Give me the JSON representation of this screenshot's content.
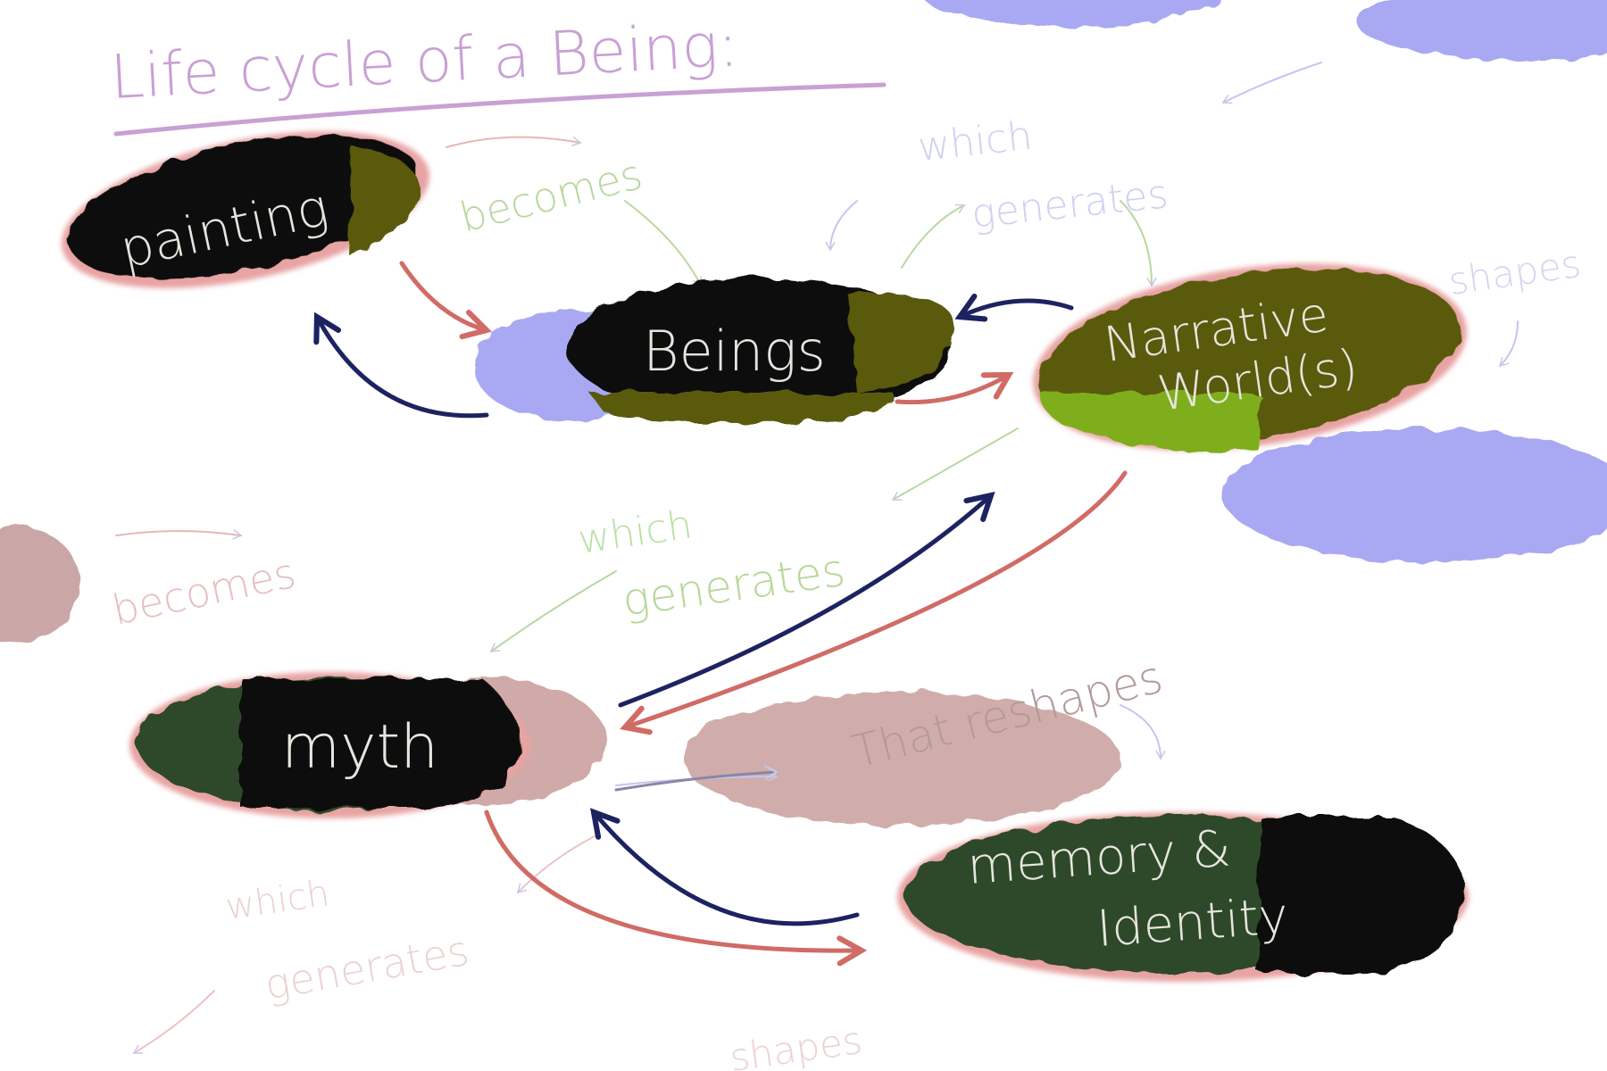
{
  "title": "Life cycle of a Being:",
  "colors": {
    "background": "#ffffff",
    "title": "#c9a0d4",
    "node_text": "#e6e6df",
    "arrow_red": "#d06b66",
    "arrow_navy": "#1d2360",
    "periwinkle": "#a9a8f2",
    "dusty_pink": "#cba6a6",
    "olive": "#5a5a0c",
    "lime": "#7fae1a",
    "forest": "#2f4a2a",
    "black_node": "#0b0a0e",
    "faint_green": "#a8d08a",
    "faint_pink": "#e2b8b8",
    "faint_blue": "#c3c6ef"
  },
  "nodes": {
    "painting": "painting",
    "beings": "Beings",
    "narrative_line1": "Narrative",
    "narrative_line2": "World(s)",
    "myth": "myth",
    "memory_line1": "memory &",
    "memory_line2": "Identity"
  },
  "annotations": {
    "becomes_top": "becomes",
    "which_top": "which",
    "generates_top": "generates",
    "shapes_right": "shapes",
    "which_mid": "which",
    "generates_mid": "generates",
    "becomes_left": "becomes",
    "that_reshapes": "That reshapes",
    "which_bottom": "which",
    "generates_bottom": "generates",
    "shapes_bottom": "shapes"
  }
}
